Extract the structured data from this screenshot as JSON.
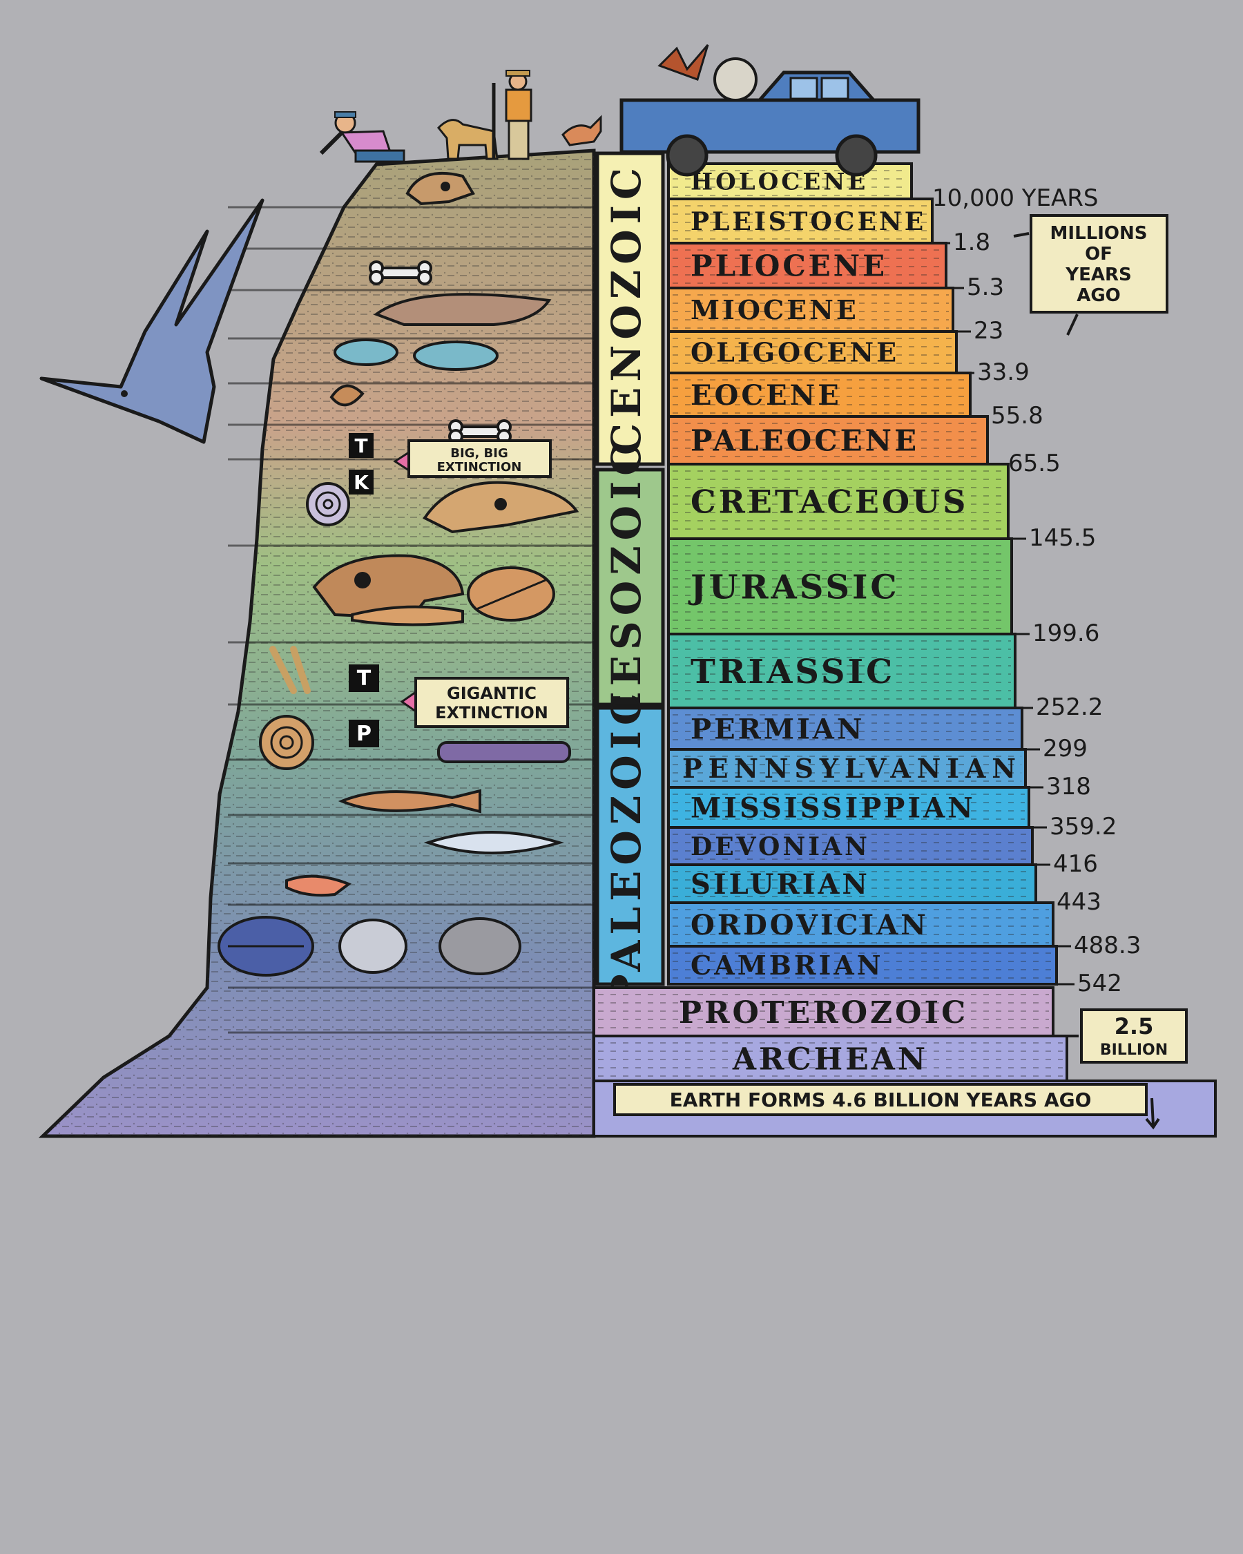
{
  "eras": [
    {
      "name": "CENOZOIC",
      "color": "#f5f0b3"
    },
    {
      "name": "MESOZOIC",
      "color": "#9ec88c"
    },
    {
      "name": "PALEOZOIC",
      "color": "#5db6df"
    }
  ],
  "periods": [
    {
      "name": "HOLOCENE",
      "age": "10,000 YEARS",
      "color": "#f1ea8d"
    },
    {
      "name": "PLEISTOCENE",
      "age": "1.8",
      "color": "#f4d36b"
    },
    {
      "name": "PLIOCENE",
      "age": "5.3",
      "color": "#ee7152"
    },
    {
      "name": "MIOCENE",
      "age": "23",
      "color": "#f6a84d"
    },
    {
      "name": "OLIGOCENE",
      "age": "33.9",
      "color": "#f5b34c"
    },
    {
      "name": "EOCENE",
      "age": "55.8",
      "color": "#f6a03f"
    },
    {
      "name": "PALEOCENE",
      "age": "65.5",
      "color": "#f28f4b"
    },
    {
      "name": "CRETACEOUS",
      "age": "145.5",
      "color": "#a5d160"
    },
    {
      "name": "JURASSIC",
      "age": "199.6",
      "color": "#74c66a"
    },
    {
      "name": "TRIASSIC",
      "age": "252.2",
      "color": "#4cbfa6"
    },
    {
      "name": "PERMIAN",
      "age": "299",
      "color": "#5d8ed3"
    },
    {
      "name": "PENNSYLVANIAN",
      "age": "318",
      "color": "#5aa7d9"
    },
    {
      "name": "MISSISSIPPIAN",
      "age": "359.2",
      "color": "#3eb3e2"
    },
    {
      "name": "DEVONIAN",
      "age": "416",
      "color": "#5b80cf"
    },
    {
      "name": "SILURIAN",
      "age": "443",
      "color": "#3aaed8"
    },
    {
      "name": "ORDOVICIAN",
      "age": "488.3",
      "color": "#4f9fe0"
    },
    {
      "name": "CAMBRIAN",
      "age": "542",
      "color": "#4d7fd6"
    }
  ],
  "eons": [
    {
      "name": "PROTEROZOIC",
      "color": "#c9a9cf"
    },
    {
      "name": "ARCHEAN",
      "color": "#a7a8e0"
    }
  ],
  "units_note": [
    "MILLIONS",
    "OF",
    "YEARS",
    "AGO"
  ],
  "billion_note": {
    "value": "2.5",
    "label": "BILLION"
  },
  "earth_note": "EARTH FORMS 4.6 BILLION YEARS AGO",
  "extinctions": [
    {
      "letters": [
        "T",
        "K"
      ],
      "label": [
        "BIG, BIG",
        "EXTINCTION"
      ]
    },
    {
      "letters": [
        "T",
        "P"
      ],
      "label": [
        "GIGANTIC",
        "EXTINCTION"
      ]
    }
  ]
}
